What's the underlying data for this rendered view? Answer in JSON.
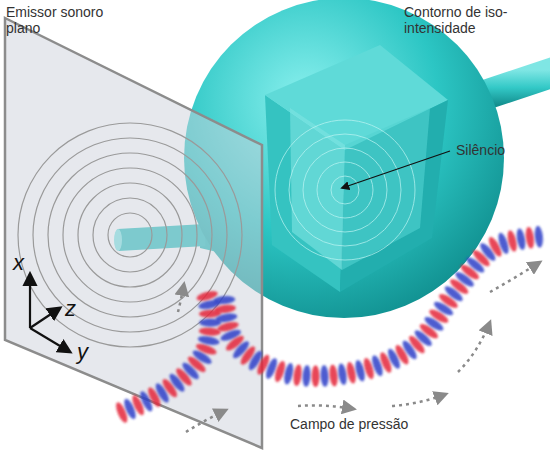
{
  "diagram": {
    "labels": [
      "Emissor sonoro plano",
      "Contorno de iso-intensidade",
      "Silêncio",
      "x",
      "z",
      "y",
      "Campo de pressão"
    ]
  }
}
